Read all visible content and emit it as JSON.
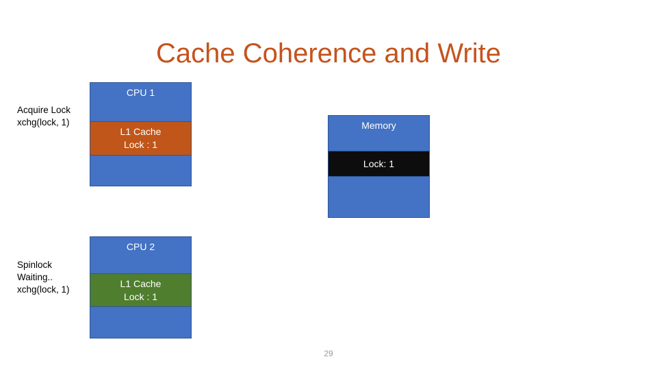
{
  "slide": {
    "title": "Cache Coherence and Write",
    "title_color": "#C5531C",
    "page_number": "29",
    "background_color": "#FFFFFF"
  },
  "palette": {
    "block_blue": "#4472C4",
    "block_border": "#2E5597",
    "cache_orange": "#C0561A",
    "cache_green": "#4F7E2E",
    "memory_black": "#0D0D0D",
    "note_text": "#000000",
    "page_number_color": "#9A9A9A"
  },
  "cpu1": {
    "note_line1": "Acquire Lock",
    "note_line2": "xchg(lock, 1)",
    "header": "CPU 1",
    "cache_line1": "L1 Cache",
    "cache_line2": "Lock : 1",
    "cache_color": "#C0561A"
  },
  "memory": {
    "header": "Memory",
    "value": "Lock: 1",
    "value_color": "#0D0D0D"
  },
  "cpu2": {
    "note_line1": "Spinlock",
    "note_line2": "Waiting..",
    "note_line3": "xchg(lock, 1)",
    "header": "CPU 2",
    "cache_line1": "L1 Cache",
    "cache_line2": "Lock : 1",
    "cache_color": "#4F7E2E"
  }
}
